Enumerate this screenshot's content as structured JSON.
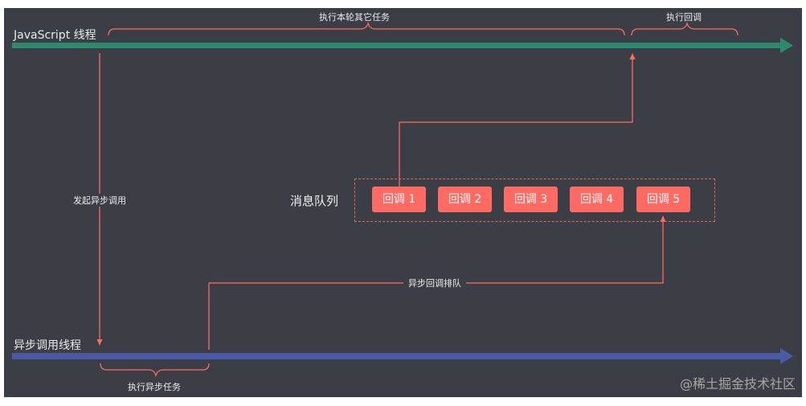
{
  "threads": {
    "js_thread": "JavaScript 线程",
    "async_thread": "异步调用线程"
  },
  "labels": {
    "run_other_tasks": "执行本轮其它任务",
    "run_callback": "执行回调",
    "start_async_call": "发起异步调用",
    "run_async_task": "执行异步任务",
    "callback_enqueue": "异步回调排队"
  },
  "queue": {
    "title": "消息队列",
    "items": [
      "回调 1",
      "回调 2",
      "回调 3",
      "回调 4",
      "回调 5"
    ]
  },
  "watermark": "@稀土掘金技术社区",
  "colors": {
    "background": "#3c3e45",
    "js_thread_arrow": "#2e8a6e",
    "async_thread_arrow": "#4a5aa8",
    "connector": "#ff6a63",
    "callback_box": "#ff6a63"
  }
}
